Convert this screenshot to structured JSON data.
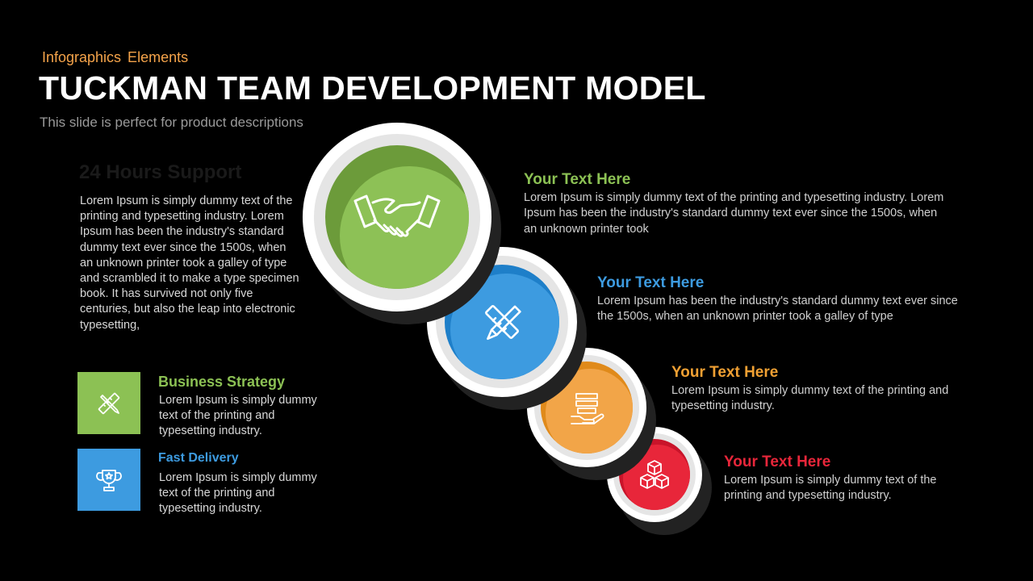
{
  "header": {
    "eyebrow": "Infographics  Elements",
    "title": "TUCKMAN TEAM DEVELOPMENT MODEL",
    "subtitle": "This slide is perfect for product descriptions"
  },
  "left_panel": {
    "heading": "24 Hours Support",
    "body": "Lorem Ipsum is simply dummy text of the printing and typesetting industry. Lorem Ipsum has been the industry's standard dummy text ever since the 1500s, when an unknown printer took a galley of type and scrambled it to make a type specimen book. It has survived not only five centuries, but also the leap into electronic typesetting,",
    "items": [
      {
        "title": "Business Strategy",
        "body": "Lorem Ipsum is simply dummy text of the printing and typesetting industry.",
        "icon": "pencil-ruler-icon",
        "color": "#8cc154"
      },
      {
        "title": "Fast Delivery",
        "body": "Lorem Ipsum is simply dummy text of the printing and typesetting industry.",
        "icon": "trophy-icon",
        "color": "#3d9be0"
      }
    ]
  },
  "steps": [
    {
      "title": "Your Text Here",
      "body": "Lorem Ipsum is simply dummy text of the printing and typesetting industry. Lorem Ipsum has been the industry's standard dummy text ever since the 1500s, when an unknown printer took",
      "icon": "handshake-icon",
      "color": "#8cc154"
    },
    {
      "title": "Your Text Here",
      "body": "Lorem Ipsum has been the industry's standard dummy text ever since the 1500s, when an unknown printer took a galley of type",
      "icon": "pencil-ruler-icon",
      "color": "#3d9be0"
    },
    {
      "title": "Your Text Here",
      "body": "Lorem Ipsum is simply dummy text of the printing and typesetting industry.",
      "icon": "stack-hand-icon",
      "color": "#f0a033"
    },
    {
      "title": "Your Text Here",
      "body": "Lorem Ipsum is simply dummy text of the printing and typesetting industry.",
      "icon": "cubes-icon",
      "color": "#e8263a"
    }
  ]
}
